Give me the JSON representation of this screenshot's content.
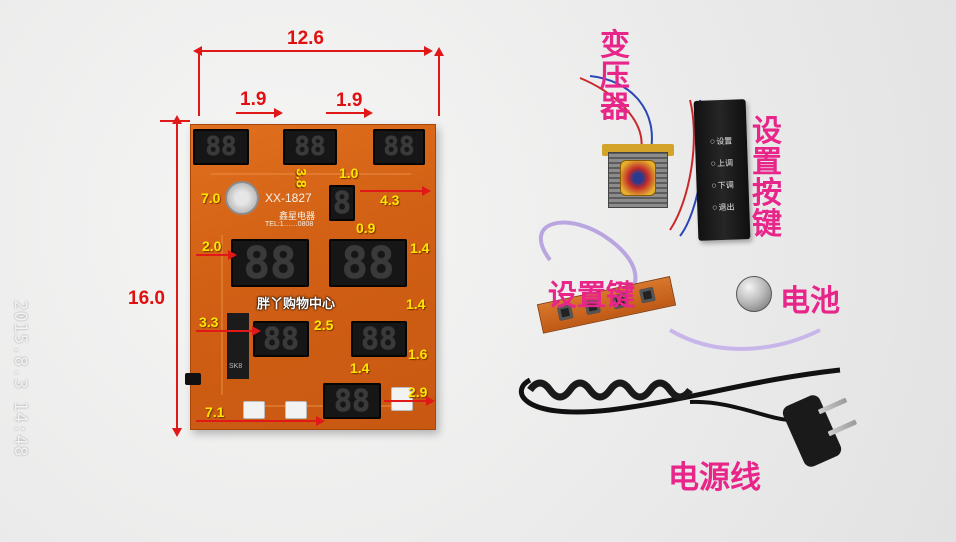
{
  "dimensions": {
    "width_total": "12.6",
    "height_total": "16.0",
    "top_gap_left": "1.9",
    "top_gap_right": "1.9",
    "labels_yellow": [
      "3.8",
      "1.0",
      "7.0",
      "4.3",
      "0.9",
      "2.0",
      "1.4",
      "1.4",
      "3.3",
      "2.5",
      "1.6",
      "1.4",
      "2.9",
      "7.1"
    ]
  },
  "board": {
    "model": "XX-1827",
    "brand": "鑫星电器",
    "tel": "TEL:1……0808",
    "watermark": "胖丫购物中心",
    "chip_text": "SK8",
    "displays": {
      "top_left": "88",
      "top_mid": "88",
      "top_right": "88",
      "single": "8",
      "big_left": "88",
      "big_right": "88",
      "mid_left": "88",
      "mid_right": "88",
      "bottom": "88"
    }
  },
  "parts": {
    "transformer_label": "变压器",
    "keypad_label": "设置按键",
    "switch_label": "设置键",
    "battery_label": "电池",
    "cord_label": "电源线",
    "keypad_keys": [
      "设置",
      "上调",
      "下调",
      "退出"
    ]
  },
  "date_stamp": "2015.8.3 14:48",
  "colors": {
    "dimension_red": "#e01818",
    "dimension_yellow": "#ffe600",
    "label_pink": "#e8268a",
    "pcb_orange": "#d15f14"
  }
}
